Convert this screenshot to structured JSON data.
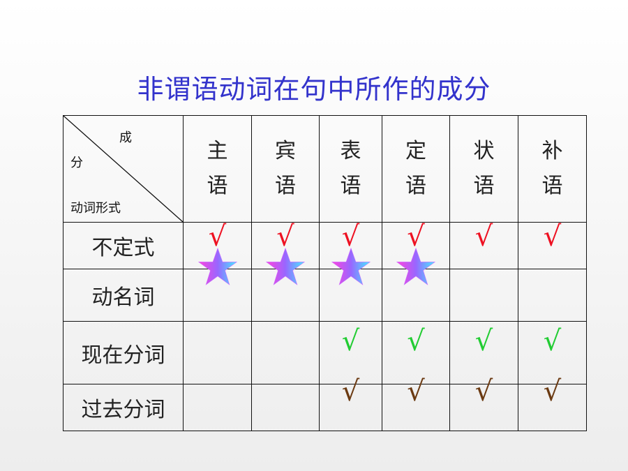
{
  "title": "非谓语动词在句中所作的成分",
  "corner": {
    "top": "成",
    "mid": "分",
    "bottom": "动词形式"
  },
  "columns": [
    {
      "line1": "主",
      "line2": "语"
    },
    {
      "line1": "宾",
      "line2": "语"
    },
    {
      "line1": "表",
      "line2": "语"
    },
    {
      "line1": "定",
      "line2": "语"
    },
    {
      "line1": "状",
      "line2": "语"
    },
    {
      "line1": "补",
      "line2": "语"
    }
  ],
  "rows": [
    {
      "label": "不定式",
      "marks": [
        "√",
        "√",
        "√",
        "√",
        "√",
        "√"
      ]
    },
    {
      "label": "动名词",
      "marks": [
        "star",
        "star",
        "star",
        "star",
        "",
        ""
      ]
    },
    {
      "label": "现在分词",
      "marks": [
        "",
        "",
        "√",
        "√",
        "√",
        "√"
      ]
    },
    {
      "label": "过去分词",
      "marks": [
        "",
        "",
        "√",
        "√",
        "√",
        "√"
      ]
    }
  ],
  "colors": {
    "title": "#3333cc",
    "infinitive_mark": "#ee1122",
    "present_participle_mark": "#22cc33",
    "past_participle_mark": "#6b3a12",
    "star_gradient_start": "#ff44dd",
    "star_gradient_mid": "#9966ff",
    "star_gradient_end": "#44eeff",
    "grid_line": "#111111"
  }
}
